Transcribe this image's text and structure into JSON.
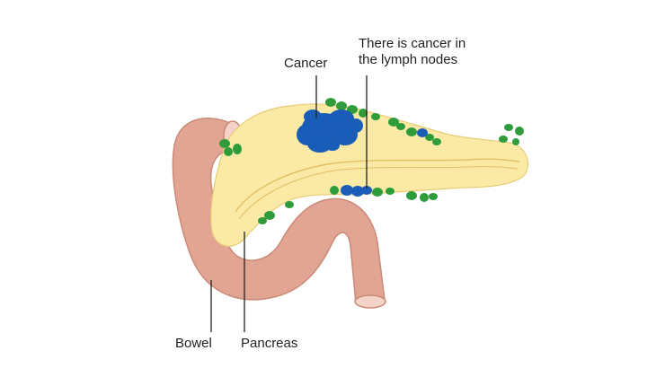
{
  "labels": {
    "cancer": "Cancer",
    "lymph_line1": "There is cancer in",
    "lymph_line2": "the lymph nodes",
    "bowel": "Bowel",
    "pancreas": "Pancreas"
  },
  "colors": {
    "bowel": "#e3a593",
    "bowel_inner": "#f3d3c8",
    "pancreas": "#fbe9a6",
    "pancreas_outline": "#e6cc76",
    "lymph_node": "#2e9c3a",
    "cancer": "#1a5db8",
    "pointer": "#222222"
  }
}
